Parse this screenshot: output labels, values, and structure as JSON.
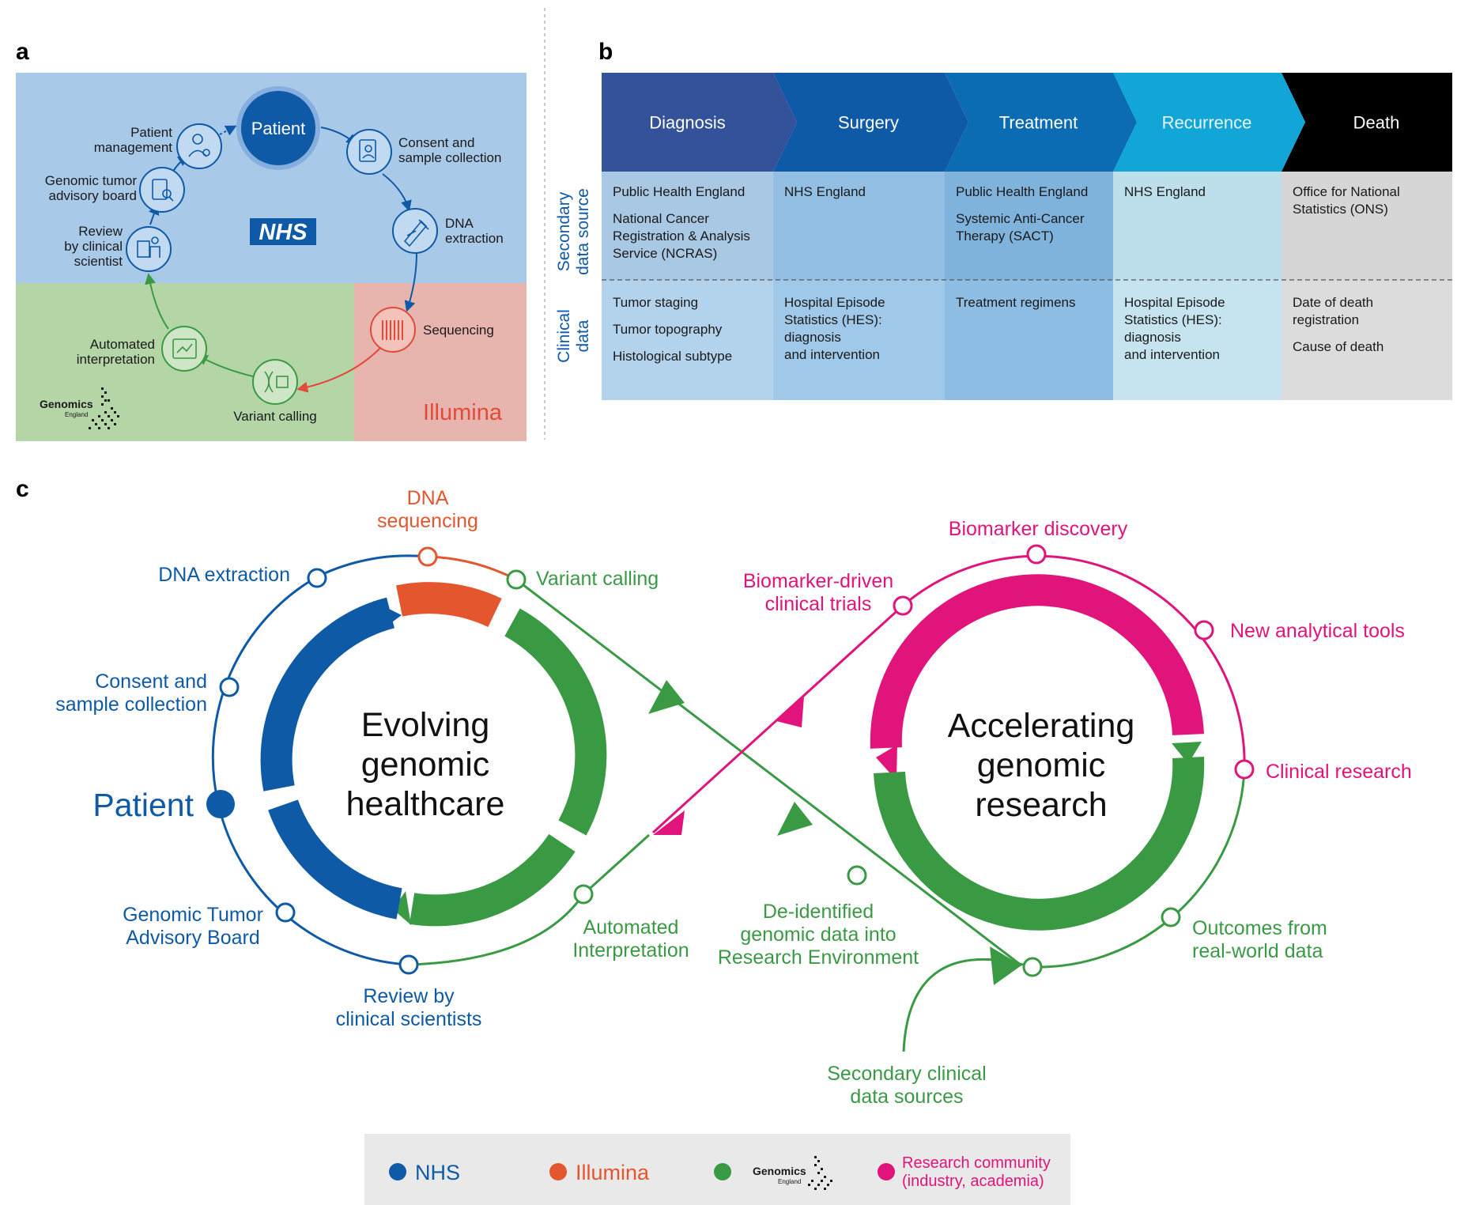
{
  "panel_a": {
    "letter": "a",
    "center": "Patient",
    "brand_nhs": "NHS",
    "brand_illumina": "Illumina",
    "brand_genomics": "Genomics",
    "brand_genomics_sub": "England",
    "steps": {
      "patient_management": [
        "Patient",
        "management"
      ],
      "consent": [
        "Consent and",
        "sample collection"
      ],
      "dna_extraction": [
        "DNA",
        "extraction"
      ],
      "sequencing": [
        "Sequencing"
      ],
      "variant_calling": [
        "Variant calling"
      ],
      "automated": [
        "Automated",
        "interpretation"
      ],
      "review": [
        "Review",
        "by clinical",
        "scientist"
      ],
      "advisory": [
        "Genomic tumor",
        "advisory board"
      ]
    }
  },
  "panel_b": {
    "letter": "b",
    "stages": [
      "Diagnosis",
      "Surgery",
      "Treatment",
      "Recurrence",
      "Death"
    ],
    "stage_colors": [
      "#34529a",
      "#0e5aa7",
      "#0b6cb3",
      "#11a6d7",
      "#000000"
    ],
    "secondary_colors": [
      "#a9c8e4",
      "#92bfe3",
      "#7fb3dc",
      "#bcdfeb",
      "#d6d6d6"
    ],
    "clinical_colors": [
      "#b3d2ec",
      "#a0c8e8",
      "#8dbde3",
      "#c6e4ef",
      "#dcdcdc"
    ],
    "row_label_secondary": [
      "Secondary",
      "data source"
    ],
    "row_label_clinical": [
      "Clinical",
      "data"
    ],
    "secondary": [
      [
        [
          "Public Health England"
        ],
        [
          "National Cancer",
          "Registration & Analysis",
          "Service (NCRAS)"
        ]
      ],
      [
        [
          "NHS England"
        ]
      ],
      [
        [
          "Public Health England"
        ],
        [
          "Systemic Anti-Cancer",
          "Therapy (SACT)"
        ]
      ],
      [
        [
          "NHS England"
        ]
      ],
      [
        [
          "Office for National",
          "Statistics (ONS)"
        ]
      ]
    ],
    "clinical": [
      [
        [
          "Tumor staging"
        ],
        [
          "Tumor topography"
        ],
        [
          "Histological subtype"
        ]
      ],
      [
        [
          "Hospital Episode",
          "Statistics (HES):",
          "diagnosis",
          "and intervention"
        ]
      ],
      [
        [
          "Treatment regimens"
        ]
      ],
      [
        [
          "Hospital Episode",
          "Statistics (HES):",
          "diagnosis",
          "and intervention"
        ]
      ],
      [
        [
          "Date of death",
          "registration"
        ],
        [
          "Cause of death"
        ]
      ]
    ]
  },
  "panel_c": {
    "letter": "c",
    "left_title": [
      "Evolving",
      "genomic",
      "healthcare"
    ],
    "right_title": [
      "Accelerating",
      "genomic",
      "research"
    ],
    "patient": "Patient",
    "labels": {
      "dna_sequencing": [
        "DNA",
        "sequencing"
      ],
      "dna_extraction": [
        "DNA extraction"
      ],
      "variant_calling": [
        "Variant calling"
      ],
      "consent": [
        "Consent and",
        "sample collection"
      ],
      "advisory": [
        "Genomic Tumor",
        "Advisory Board"
      ],
      "review": [
        "Review by",
        "clinical scientists"
      ],
      "automated": [
        "Automated",
        "Interpretation"
      ],
      "deidentified": [
        "De-identified",
        "genomic data into",
        "Research Environment"
      ],
      "secondary_sources": [
        "Secondary clinical",
        "data sources"
      ],
      "biomarker_discovery": [
        "Biomarker discovery"
      ],
      "biomarker_trials": [
        "Biomarker-driven",
        "clinical trials"
      ],
      "new_tools": [
        "New analytical tools"
      ],
      "clinical_research": [
        "Clinical research"
      ],
      "outcomes": [
        "Outcomes from",
        "real-world data"
      ]
    },
    "legend": {
      "nhs": "NHS",
      "illumina": "Illumina",
      "genomics": "Genomics",
      "genomics_sub": "England",
      "research": [
        "Research community",
        "(industry, academia)"
      ]
    },
    "colors": {
      "nhs": "#0e5aa7",
      "illumina": "#e4572e",
      "genomics": "#3a9a44",
      "research": "#e0147b"
    }
  }
}
